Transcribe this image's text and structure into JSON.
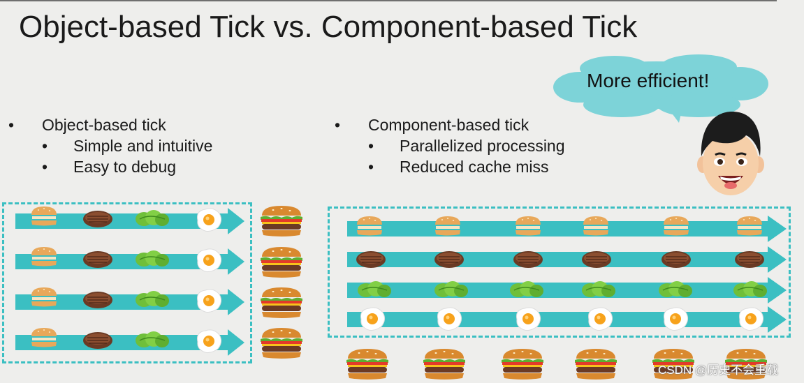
{
  "slide": {
    "title": "Object-based Tick vs. Component-based Tick",
    "bubble_text": "More efficient!",
    "watermark": "CSDN @历史不会重载"
  },
  "left": {
    "heading": "Object-based tick",
    "points": [
      "Simple and intuitive",
      "Easy to debug"
    ]
  },
  "right": {
    "heading": "Component-based tick",
    "points": [
      "Parallelized processing",
      "Reduced cache miss"
    ]
  },
  "bullet_char": "•",
  "colors": {
    "accent": "#3bbfc2",
    "cloud": "#7dd3d8",
    "background": "#eeeeec"
  },
  "icons": [
    "bun-icon",
    "patty-icon",
    "lettuce-icon",
    "egg-icon",
    "burger-icon",
    "avatar-icon",
    "cloud-icon"
  ]
}
